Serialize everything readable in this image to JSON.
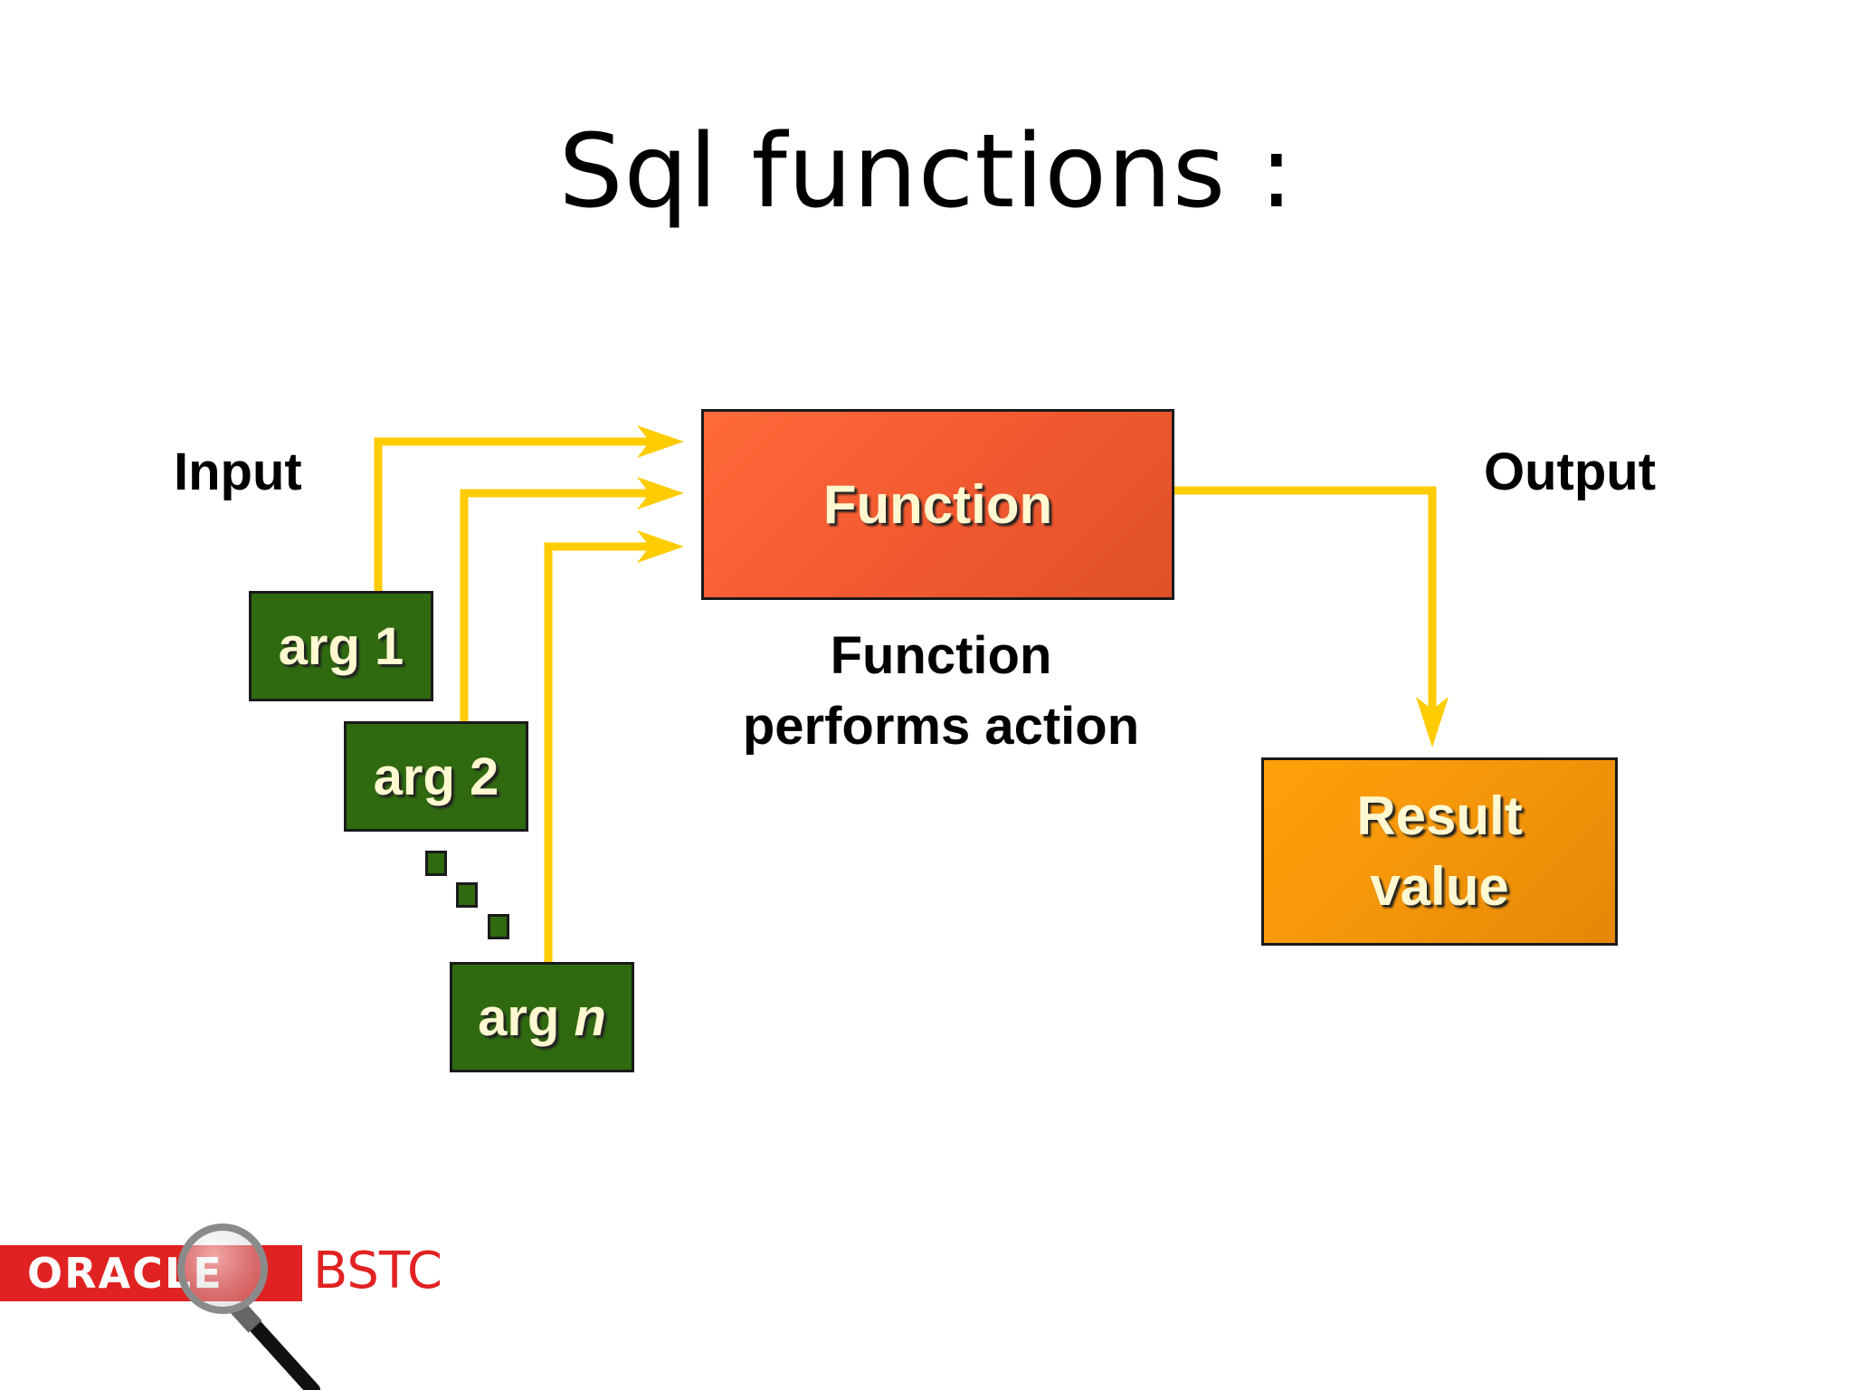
{
  "title": "Sql functions :",
  "labels": {
    "input": "Input",
    "output": "Output",
    "performs_line1": "Function",
    "performs_line2": "performs action"
  },
  "boxes": {
    "function": "Function",
    "result_line1": "Result",
    "result_line2": "value",
    "arg1": "arg 1",
    "arg2": "arg 2",
    "argn_prefix": "arg ",
    "argn_suffix": "n"
  },
  "logo": {
    "brand": "ORACLE",
    "suffix": "BSTC"
  },
  "colors": {
    "arrow": "#ffcc00",
    "function_box": "#f25a30",
    "result_box": "#f4960a",
    "arg_box": "#2f6a10",
    "logo_red": "#e02222"
  },
  "icons": {
    "logo_icon": "magnifying-glass-icon"
  }
}
